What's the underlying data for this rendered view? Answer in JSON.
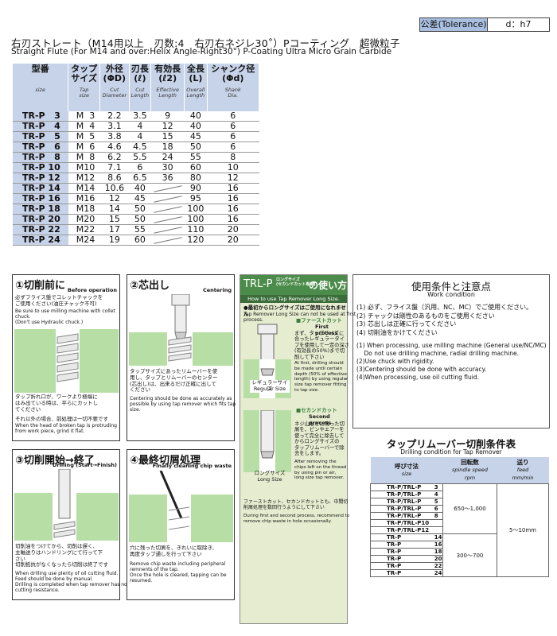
{
  "tolerance": {
    "label": "公差(Tolerance)",
    "value": "d：h7"
  },
  "title_jp": "右刃ストレート（M14用以上　刃数:4　右刃右ネジレ30˚）Pコーティング　超微粒子",
  "title_en": "Straight Flute (For M14 and over:Helix Angle-Right30°)  P-Coating   Ultra Micro Grain Carbide",
  "spec": {
    "headers": [
      {
        "jp": "型番",
        "en": "size"
      },
      {
        "jp": "タップ\nサイズ",
        "en": "Tap\nsize"
      },
      {
        "jp": "外径\n(ΦD)",
        "en": "Cut\nDiameter"
      },
      {
        "jp": "刃長\n(ℓ)",
        "en": "Cut\nLength"
      },
      {
        "jp": "有効長\n(ℓ2)",
        "en": "Effective\nLength"
      },
      {
        "jp": "全長\n(L)",
        "en": "Overall\nLength"
      },
      {
        "jp": "シャンク径\n(Φd)",
        "en": "Shank\nDia."
      }
    ],
    "rows": [
      [
        "TR-P   3",
        "M  3",
        "2.2",
        "3.5",
        "9",
        "40",
        "6"
      ],
      [
        "TR-P   4",
        "M  4",
        "3.1",
        "4",
        "12",
        "40",
        "6"
      ],
      [
        "TR-P   5",
        "M  5",
        "3.8",
        "4",
        "15",
        "45",
        "6"
      ],
      [
        "TR-P   6",
        "M  6",
        "4.6",
        "4.5",
        "18",
        "50",
        "6"
      ],
      [
        "TR-P   8",
        "M  8",
        "6.2",
        "5.5",
        "24",
        "55",
        "8"
      ],
      [
        "TR-P 10",
        "M10",
        "7.1",
        "6",
        "30",
        "60",
        "10"
      ],
      [
        "TR-P 12",
        "M12",
        "8.6",
        "6.5",
        "36",
        "80",
        "12"
      ],
      [
        "TR-P 14",
        "M14",
        "10.6",
        "40",
        "",
        "90",
        "16"
      ],
      [
        "TR-P 16",
        "M16",
        "12",
        "45",
        "",
        "95",
        "16"
      ],
      [
        "TR-P 18",
        "M18",
        "14",
        "50",
        "",
        "100",
        "16"
      ],
      [
        "TR-P 20",
        "M20",
        "15",
        "50",
        "",
        "100",
        "16"
      ],
      [
        "TR-P 22",
        "M22",
        "17",
        "55",
        "",
        "110",
        "20"
      ],
      [
        "TR-P 24",
        "M24",
        "19",
        "60",
        "",
        "120",
        "20"
      ]
    ]
  },
  "step1": {
    "title": "①切削前に",
    "sub": "Before operation",
    "t1_jp": "必ずフライス盤でコレットチャックを\nご使用ください(油圧チャック不可)",
    "t1_en": "Be sure to use milling machine with collet\nchuck.\n(Don't use Hydraulic chuck.)",
    "t2_jp": "タップ折れ口が、ワークより極端に\nはみ出ている時は、平らにカットし\nてください",
    "t3_jp": "それ以外の場合、前処理は一切不要です",
    "t3_en": "When the head of broken tap is protruding\nfrom work piece, grind it flat."
  },
  "step2": {
    "title": "②芯出し",
    "sub": "Centering",
    "t1_jp": "タップサイズにあったリムーバーを使\n用し、タップとリムーバーのセンター\n(芯出し)は、出来るだけ正確に出して\nください",
    "t1_en": "Centering should be done as accurately as\npossible by using tap remover which fits tap\nsize."
  },
  "step3": {
    "title": "③切削開始→終了",
    "sub": "Drilling (Start→Finish)",
    "t1_jp": "切削油をつけてから、切削は遅く、\n主軸送りはハンドリングにて行って下\nさい\n切削抵抗がなくなったら切削は終了です",
    "t1_en": "When drilling use plenty of oil cutting fluid.\nFeed should be done by manual.\nDrilling is completed when tap remover has no\ncutting resistance."
  },
  "step4": {
    "title": "④最終切屑処理",
    "sub": "Finally cleaning chip waste",
    "t1_jp": "穴に残った切屑を、きれいに取除き、\n再度タップ通しを行って下さい",
    "t1_en": "Remove chip waste including peripheral\nremnents of the tap.\nOnce the hole is cleared, tapping can be\nresumed."
  },
  "trl": {
    "title": "TRL-P",
    "badge": "ロングサイズ\n(セカンドカット専用)",
    "title2": "の使い方",
    "sub": "How to use Tap Remover Long Size.",
    "intro_jp": "●最初からロングサイズはご使用になれません",
    "intro_en": "Tap Remover Long Size can not be used at first\nprocess.",
    "first_label": "■ファーストカット",
    "first_en_label": "First process",
    "first_jp": "まず、タップサイズに\n合ったレギュラータイ\nプを使用して一定の深さ\n(有効長の50%)まで切\n削して下さい",
    "first_en": "At first, drilling should\nbe made until certain\ndepth (50% of effective\nlength) by using regular\nsize tap remover fitting\nto tap size.",
    "regular_jp": "レギュラーサイズ",
    "regular_en": "Regular Size",
    "second_label": "■セカンドカット",
    "second_en_label": "Second process",
    "second_jp": "ネジ山などに残った切\n屑を、ピンやエアーを\n使って完全に除去して\nからロングサイズの\nタップリムーバーで除\n去をします。",
    "second_en": "After removing the\nchips left on the thread\nby using pin or air,\nlong size tap remover.",
    "long_jp": "ロングサイズ",
    "long_en": "Long Size",
    "foot_jp": "ファーストカット、セカンドカットとも、中間切\n削屑処理を数回行うようにして下さい",
    "foot_en": "During first and second process, recommend to\nremove chip waste in hole occasionally."
  },
  "conditions": {
    "title": "使用条件と注意点",
    "sub": "Work condition",
    "items_jp": [
      "(1) 必ず、フライス盤（汎用、NC、MC）でご使用ください。",
      "(2) チャックは剛性のあるものをご使用ください",
      "(3) 芯出しは正確に行ってください",
      "(4) 切削油をかけてください"
    ],
    "items_en": [
      "(1) When processing, use milling machine (General use/NC/MC)",
      "    Do not use drilling machine, radial drilling machine.",
      "(2)Use chuck with rigidity.",
      "(3)Centering should be done with accuracy.",
      "(4)When processing, use oil cutting fluid."
    ]
  },
  "remover": {
    "title": "タップリムーバー切削条件表",
    "sub": "Drilling condition for Tap Remover",
    "h1_jp": "呼び寸法",
    "h1_en": "size",
    "h2_jp": "回転数",
    "h2_en": "spindle speed\nrpm",
    "h3_jp": "送り",
    "h3_en": "feed\nmm/min",
    "rows": [
      [
        "TR-P/TRL-P",
        "3"
      ],
      [
        "TR-P/TRL-P",
        "4"
      ],
      [
        "TR-P/TRL-P",
        "5"
      ],
      [
        "TR-P/TRL-P",
        "6"
      ],
      [
        "TR-P/TRL-P",
        "8"
      ],
      [
        "TR-P/TRL-P10",
        ""
      ],
      [
        "TR-P/TRL-P12",
        ""
      ],
      [
        "TR-P",
        "14"
      ],
      [
        "TR-P",
        "16"
      ],
      [
        "TR-P",
        "18"
      ],
      [
        "TR-P",
        "20"
      ],
      [
        "TR-P",
        "22"
      ],
      [
        "TR-P",
        "24"
      ]
    ],
    "speed_a": "650～1,000",
    "speed_b": "300～700",
    "feed": "5～10mm"
  }
}
